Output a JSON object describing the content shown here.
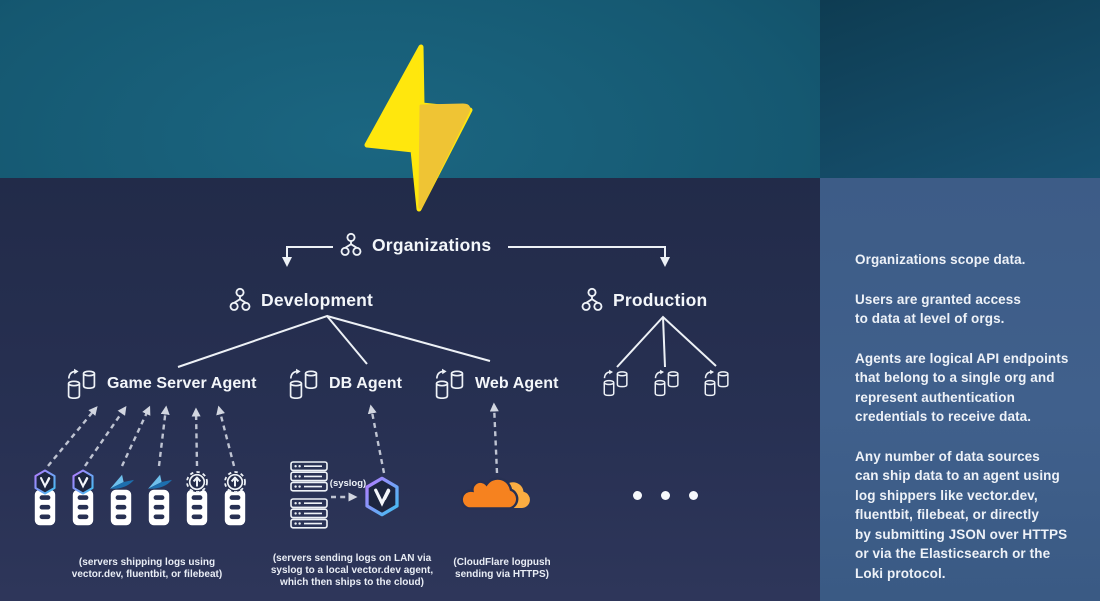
{
  "diagram": {
    "org_label": "Organizations",
    "dev_label": "Development",
    "prod_label": "Production",
    "agent_labels": [
      "Game Server Agent",
      "DB Agent",
      "Web Agent"
    ],
    "syslog_label": "(syslog)",
    "server_badges": [
      "vector.dev",
      "vector.dev",
      "fluentbit",
      "fluentbit",
      "filebeat",
      "filebeat"
    ],
    "captions": [
      "(servers shipping logs using\nvector.dev, fluentbit, or filebeat)",
      "(servers sending logs on LAN via\nsyslog to a local vector.dev agent,\nwhich then ships to the cloud)",
      "(CloudFlare logpush\nsending via HTTPS)"
    ],
    "ellipsis": "three-dots (more agents)"
  },
  "sidebar": {
    "paragraphs": [
      "Organizations scope data.",
      "Users are granted access\nto data at level of orgs.",
      "Agents are logical API endpoints\nthat belong to a single org and\nrepresent authentication\ncredentials to receive data.",
      "Any number of data sources\ncan ship data to an agent using\nlog shippers like vector.dev,\nfluentbit, filebeat, or directly\nby submitting JSON over HTTPS\nor via the Elasticsearch or the\nLoki protocol."
    ]
  },
  "icons": {
    "lightning-bolt-icon": "two-tone yellow bolt logo",
    "org-chart-icon": "three connected circles hierarchy",
    "database-sync-icon": "two cylinders with curved arrow",
    "server-icon": "white server tower with slots",
    "server-rack-icon": "outlined 3-tier rack",
    "vector-dev-icon": "gradient hexagon with V",
    "fluentbit-icon": "blue bird",
    "filebeat-icon": "dashed circle with up arrow",
    "cloudflare-icon": "orange double cloud"
  },
  "colors": {
    "teal_bg": "#155871",
    "navy_bg": "#273052",
    "panel_bg": "#3f5f8b",
    "bolt_bright": "#ffe70d",
    "bolt_gold": "#efc434",
    "line": "#edf1f6",
    "dashed_arrow": "#c0c5d2",
    "vector_purple": "#b57bff",
    "vector_blue": "#3fc0f0",
    "fluentbit_blue": "#4aa3dc",
    "cloudflare_orange": "#f6821f",
    "cloudflare_light": "#fbad41"
  }
}
